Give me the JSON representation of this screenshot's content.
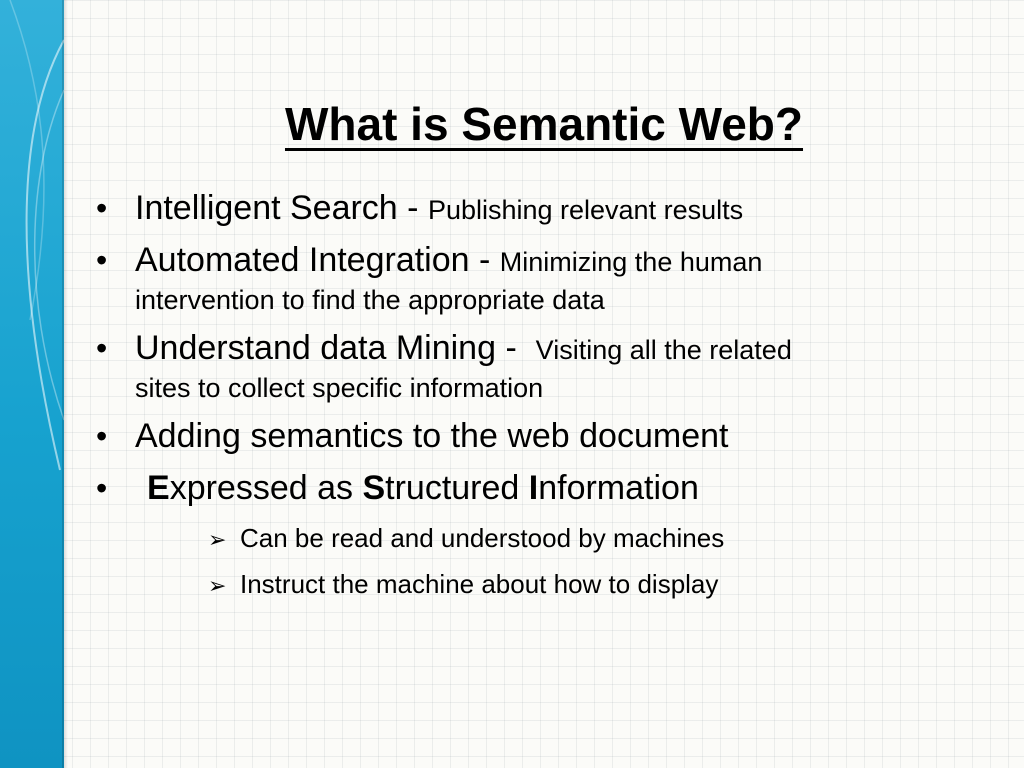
{
  "slide": {
    "title": "What is Semantic Web?",
    "bullet_symbol": "•",
    "arrow_symbol": "➢",
    "bullets": [
      {
        "main": "Intelligent Search - ",
        "sub": "Publishing relevant  results",
        "cont": ""
      },
      {
        "main": "Automated Integration - ",
        "sub": "Minimizing the human",
        "cont": "intervention to find the appropriate data"
      },
      {
        "main": "Understand data Mining -  ",
        "sub": "Visiting all the related",
        "cont": "sites to collect specific information"
      },
      {
        "main": "Adding semantics to the web document"
      },
      {
        "parts": [
          "E",
          "xpressed as ",
          "S",
          "tructured ",
          "I",
          "nformation"
        ]
      }
    ],
    "subbullets": [
      "Can be read and understood by machines",
      "Instruct the machine about how to display"
    ]
  },
  "colors": {
    "sidebar": "#17a2cf",
    "background": "#fbfbf8",
    "text": "#000000"
  }
}
